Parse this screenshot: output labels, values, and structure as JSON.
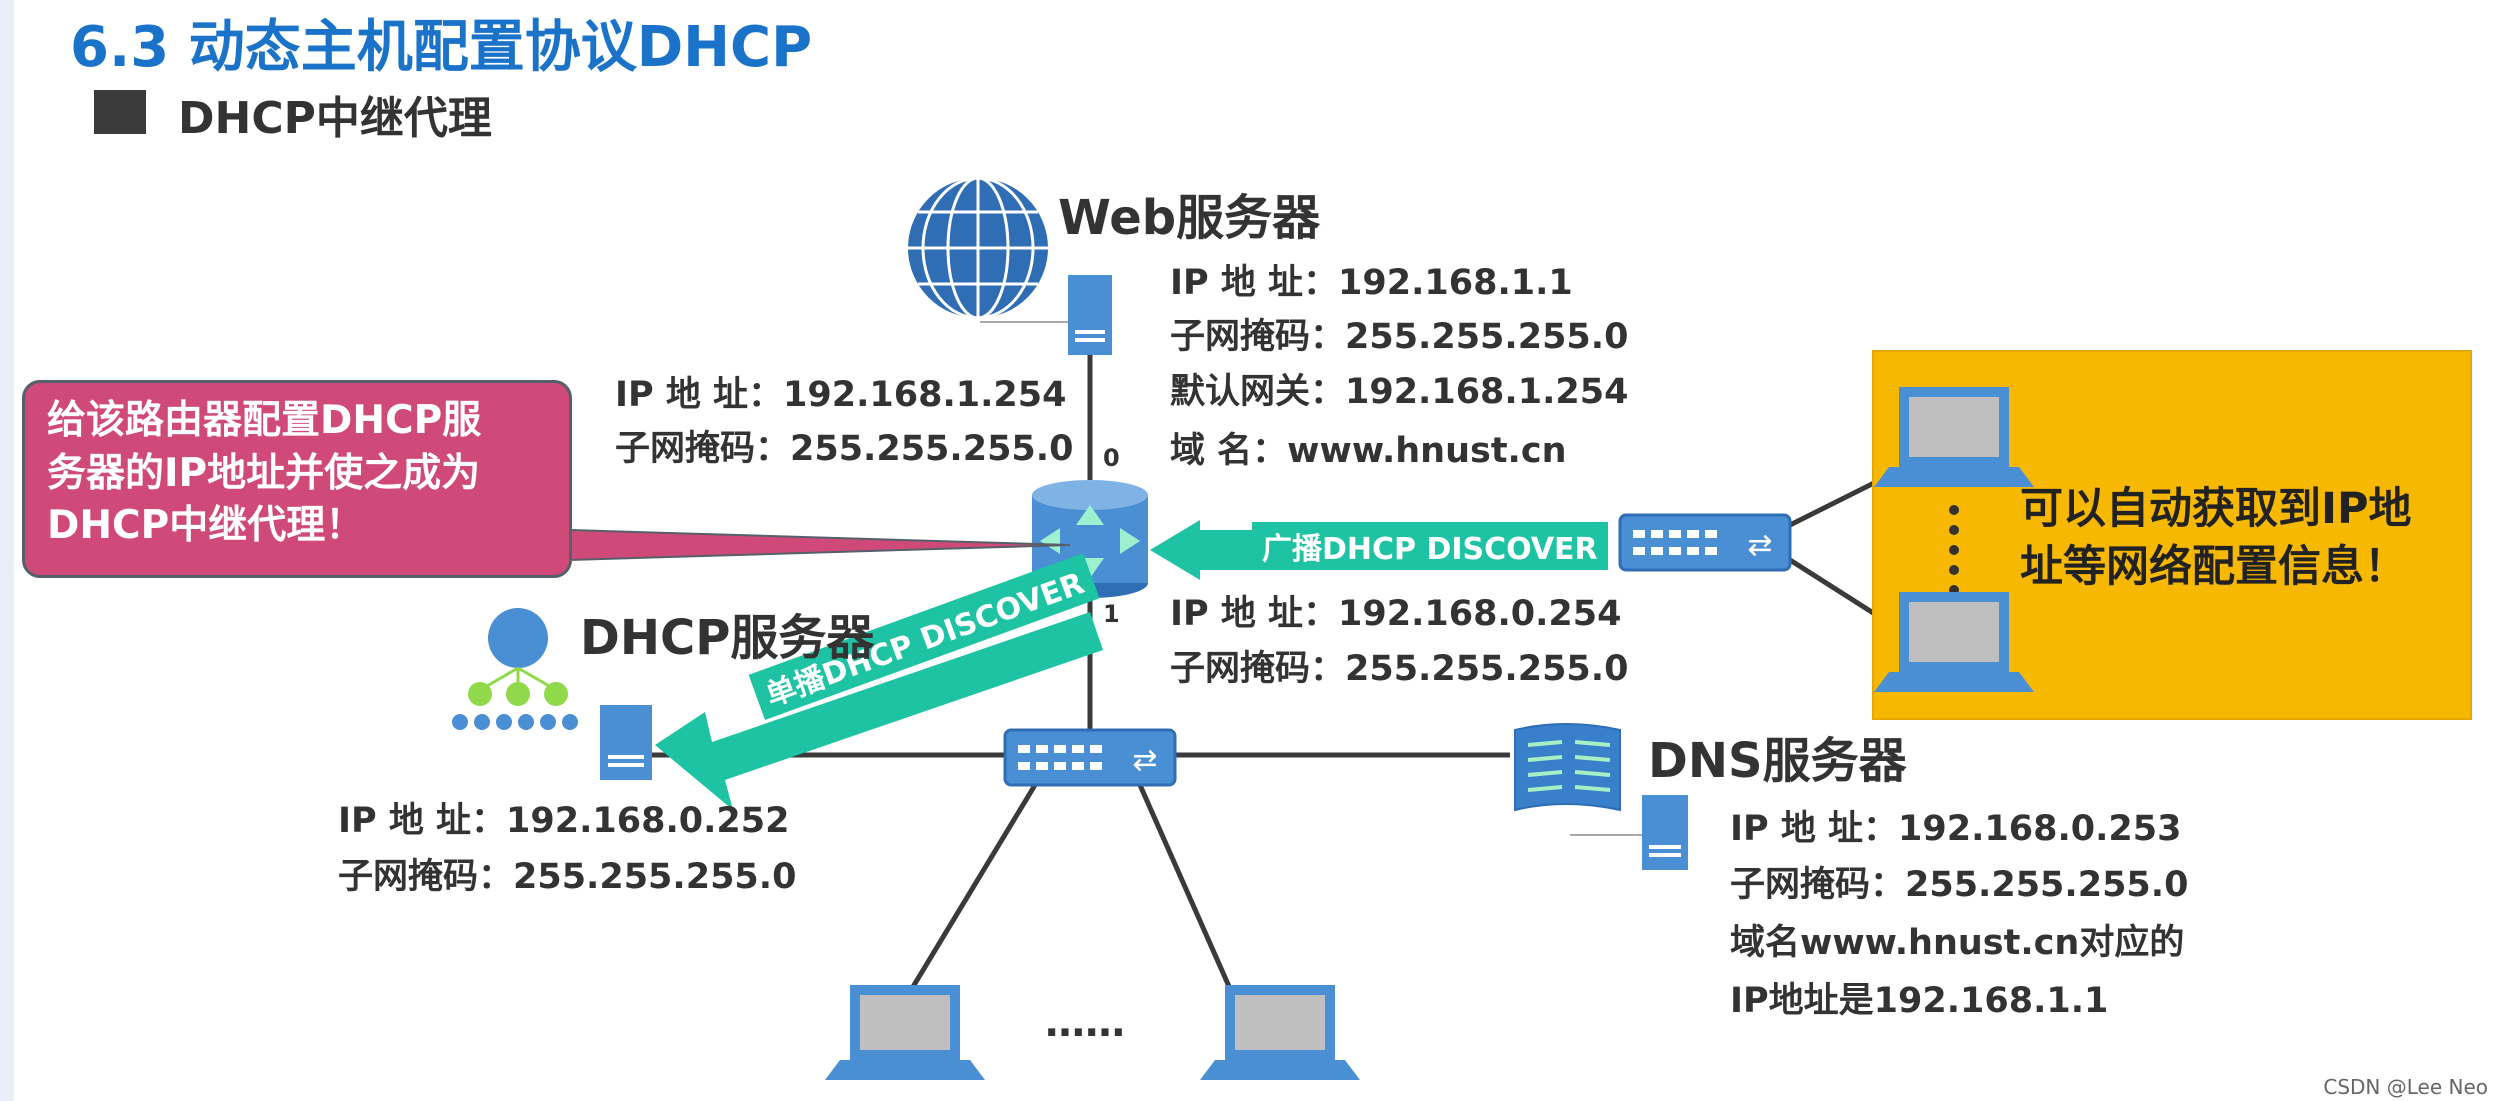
{
  "header": {
    "title": "6.3 动态主机配置协议DHCP",
    "subtitle": "DHCP中继代理"
  },
  "web_server": {
    "name": "Web服务器",
    "lines": [
      "IP 地  址：192.168.1.1",
      "子网掩码：255.255.255.0",
      "默认网关：192.168.1.254",
      "域      名：www.hnust.cn"
    ]
  },
  "router": {
    "port0_label": "0",
    "port1_label": "1",
    "port0_lines": [
      "IP 地  址：192.168.1.254",
      "子网掩码：255.255.255.0"
    ],
    "port1_lines": [
      "IP 地  址：192.168.0.254",
      "子网掩码：255.255.255.0"
    ]
  },
  "callout": {
    "lines": [
      "给该路由器配置DHCP服",
      "务器的IP地址并使之成为",
      "DHCP中继代理！"
    ],
    "color": "#cf4a79"
  },
  "dhcp_server": {
    "name": "DHCP服务器",
    "lines": [
      "IP 地  址：192.168.0.252",
      "子网掩码：255.255.255.0"
    ]
  },
  "dns_server": {
    "name": "DNS服务器",
    "lines": [
      "IP 地  址：192.168.0.253",
      "子网掩码：255.255.255.0",
      "域名www.hnust.cn对应的",
      "IP地址是192.168.1.1"
    ]
  },
  "messages": {
    "broadcast": "广播DHCP DISCOVER",
    "unicast": "单播DHCP DISCOVER",
    "arrow_color": "#1ec3a4"
  },
  "auto_box": {
    "lines": [
      "可以自动获取到IP地",
      "址等网络配置信息！"
    ],
    "color": "#f6b800"
  },
  "ellipsis": "……",
  "watermark": "CSDN @Lee Neo",
  "colors": {
    "title": "#1a73c9",
    "device": "#4a8fd4"
  }
}
